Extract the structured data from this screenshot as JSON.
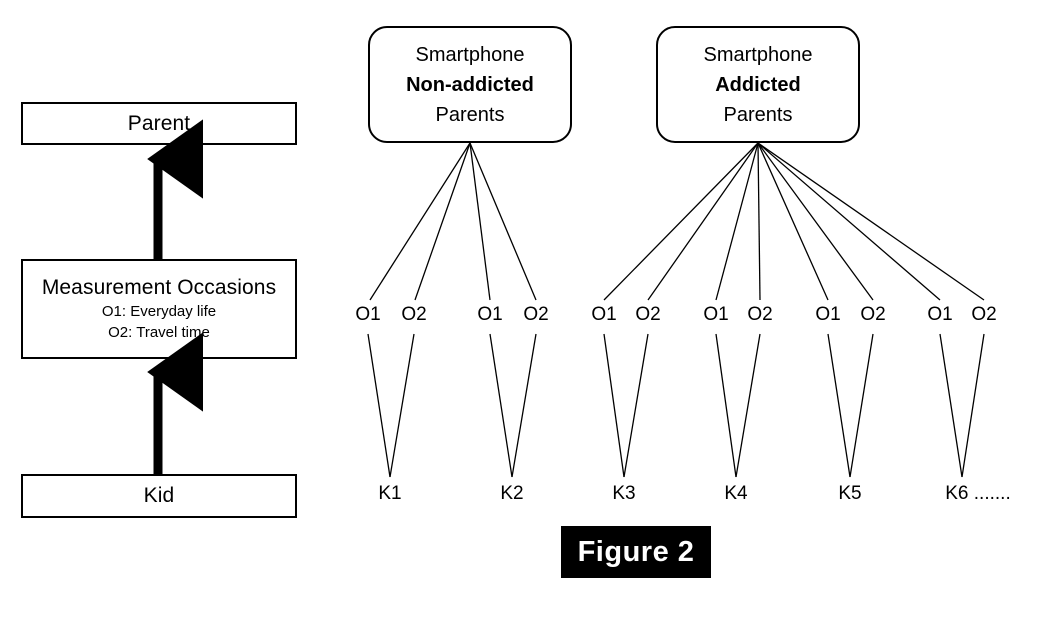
{
  "figure": {
    "caption": "Figure 2"
  },
  "hierarchy": {
    "levels": [
      {
        "id": "parent",
        "label": "Parent"
      },
      {
        "id": "measurement_occasions",
        "label": "Measurement Occasions",
        "sublabels": [
          "O1: Everyday life",
          "O2: Travel time"
        ]
      },
      {
        "id": "kid",
        "label": "Kid"
      }
    ],
    "arrow_direction": "upward"
  },
  "groups": [
    {
      "id": "non-addicted",
      "line1": "Smartphone",
      "line2": "Non-addicted",
      "line3": "Parents",
      "bold_line": 2,
      "children": [
        "K1",
        "K2"
      ]
    },
    {
      "id": "addicted",
      "line1": "Smartphone",
      "line2": "Addicted",
      "line3": "Parents",
      "bold_line": 2,
      "children": [
        "K3",
        "K4",
        "K5",
        "K6"
      ]
    }
  ],
  "occasion_labels": [
    "O1",
    "O2",
    "O1",
    "O2",
    "O1",
    "O2",
    "O1",
    "O2",
    "O1",
    "O2",
    "O1",
    "O2"
  ],
  "kid_labels": [
    "K1",
    "K2",
    "K3",
    "K4",
    "K5",
    "K6 ......."
  ],
  "colors": {
    "stroke": "#000000",
    "background": "#ffffff",
    "caption_bg": "#000000",
    "caption_text": "#ffffff"
  }
}
